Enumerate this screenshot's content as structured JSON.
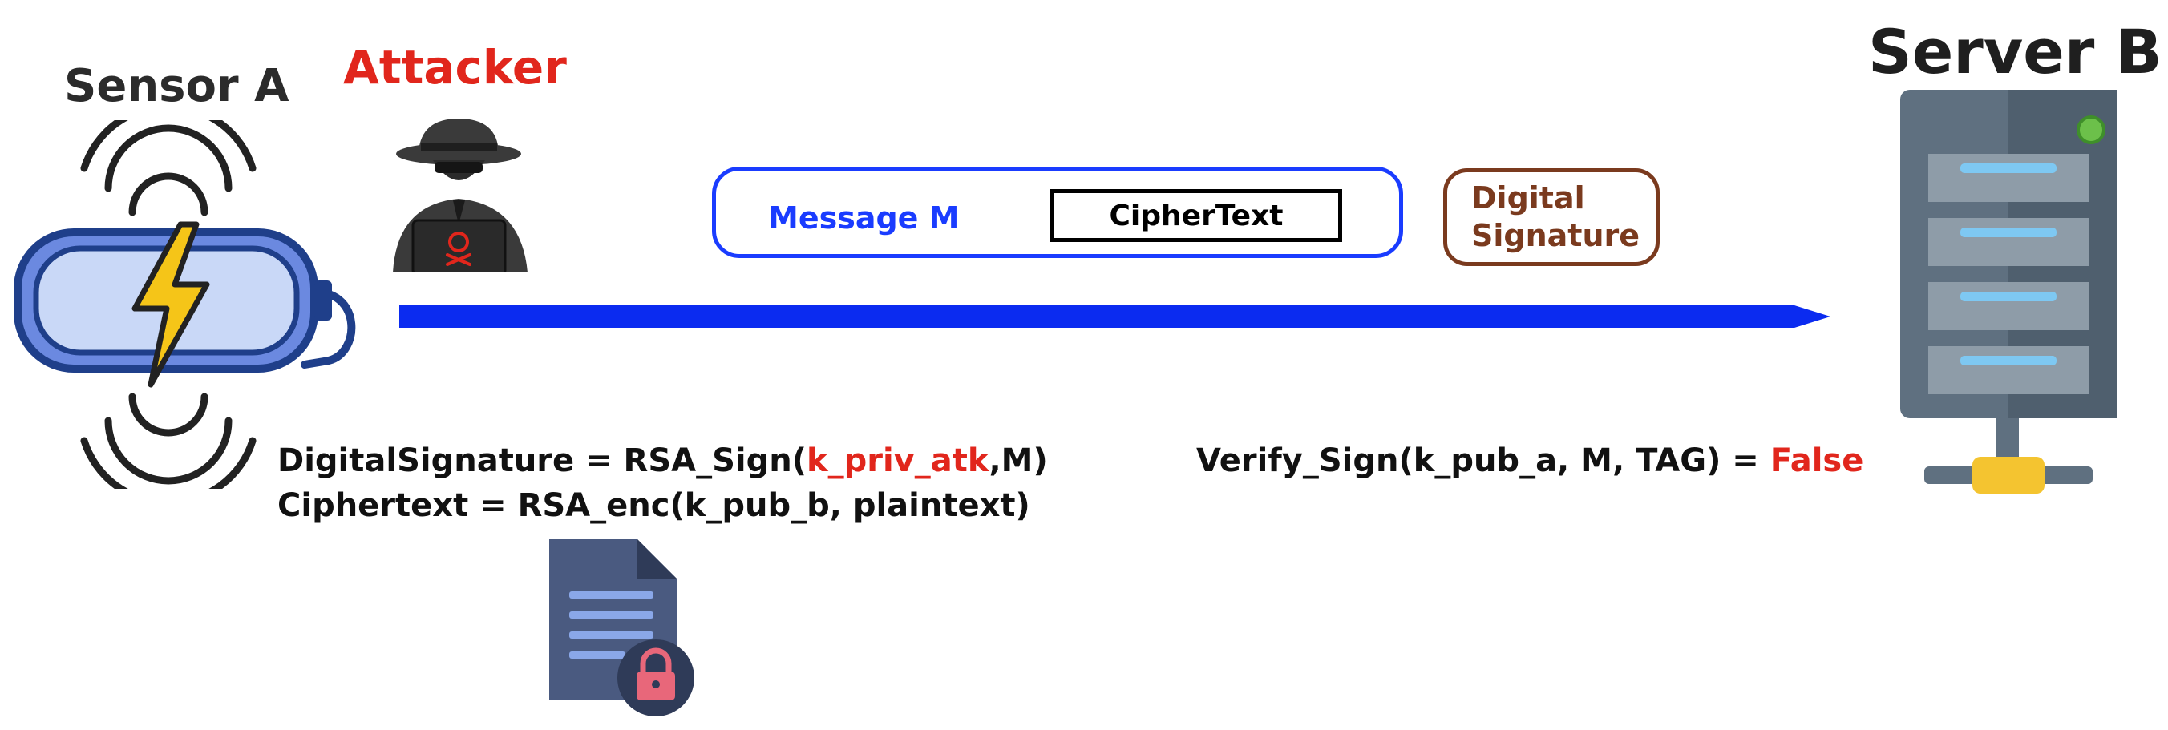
{
  "actors": {
    "sensor": "Sensor A",
    "attacker": "Attacker",
    "server": "Server B"
  },
  "packet": {
    "message_label": "Message M",
    "cipher_label": "CipherText",
    "signature_line1": "Digital",
    "signature_line2": "Signature"
  },
  "equations": {
    "sig_prefix": "DigitalSignature = RSA_Sign(",
    "sig_key": "k_priv_atk",
    "sig_suffix": ",M)",
    "cipher": "Ciphertext = RSA_enc(k_pub_b, plaintext)",
    "verify_prefix": "Verify_Sign(k_pub_a, M, TAG) = ",
    "verify_result": "False"
  },
  "colors": {
    "arrow": "#0b2bf0",
    "attack": "#e1261c",
    "message": "#1a3cff",
    "signature": "#7a3a1e"
  },
  "icons": [
    "sensor-battery-icon",
    "hacker-icon",
    "encrypted-document-icon",
    "server-rack-icon"
  ]
}
